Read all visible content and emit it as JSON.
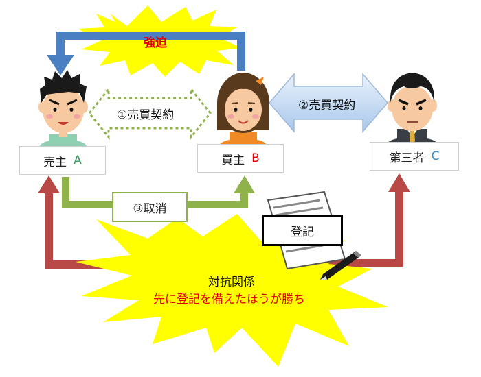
{
  "colors": {
    "red_arrow": "#b84845",
    "blue_arrow": "#4a7fc1",
    "green_arrow": "#8fb34a",
    "starburst": "#ffff00",
    "emphasis_red": "#e00000",
    "letter_A": "#2e9a57",
    "letter_B": "#e00000",
    "letter_C": "#2f8fcf"
  },
  "burst_top": {
    "text": "強迫"
  },
  "seller": {
    "label": "売主",
    "letter": "A",
    "icon": "angry-man-icon"
  },
  "buyer": {
    "label": "買主",
    "letter": "B",
    "icon": "woman-icon"
  },
  "third_party": {
    "label": "第三者",
    "letter": "C",
    "icon": "stern-businessman-icon"
  },
  "contract1": {
    "text": "①売買契約"
  },
  "contract2": {
    "text": "②売買契約"
  },
  "cancel": {
    "text": "③取消"
  },
  "registration": {
    "text": "登記",
    "icon": "document-pen-icon"
  },
  "burst_bottom": {
    "title": "対抗関係",
    "subtitle": "先に登記を備えたほうが勝ち"
  }
}
